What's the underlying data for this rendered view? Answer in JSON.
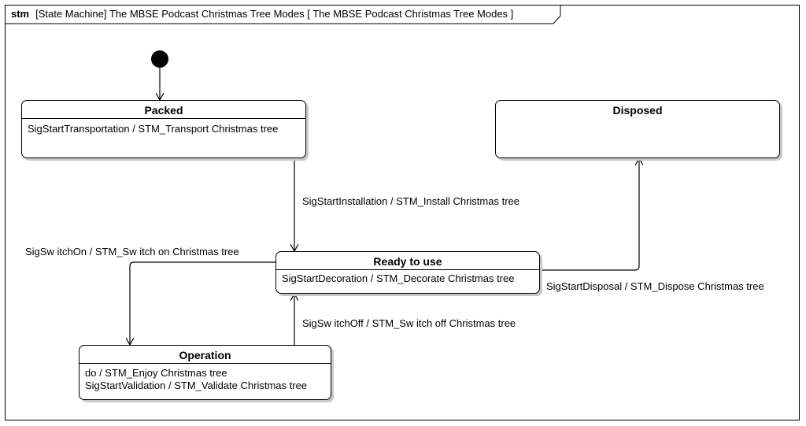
{
  "frame": {
    "keyword": "stm",
    "title": "[State Machine] The MBSE Podcast Christmas Tree Modes [ The MBSE Podcast Christmas Tree Modes ]"
  },
  "states": {
    "packed": {
      "name": "Packed",
      "behaviors": [
        "SigStartTransportation / STM_Transport Christmas tree"
      ]
    },
    "disposed": {
      "name": "Disposed",
      "behaviors": []
    },
    "ready": {
      "name": "Ready to use",
      "behaviors": [
        "SigStartDecoration / STM_Decorate Christmas tree"
      ]
    },
    "operation": {
      "name": "Operation",
      "behaviors": [
        "do / STM_Enjoy Christmas tree",
        "SigStartValidation / STM_Validate Christmas tree"
      ]
    }
  },
  "transitions": {
    "install": "SigStartInstallation / STM_Install Christmas tree",
    "switch_on": "SigSw itchOn / STM_Sw itch on Christmas tree",
    "switch_off": "SigSw itchOff / STM_Sw itch off Christmas tree",
    "dispose": "SigStartDisposal / STM_Dispose Christmas tree"
  }
}
